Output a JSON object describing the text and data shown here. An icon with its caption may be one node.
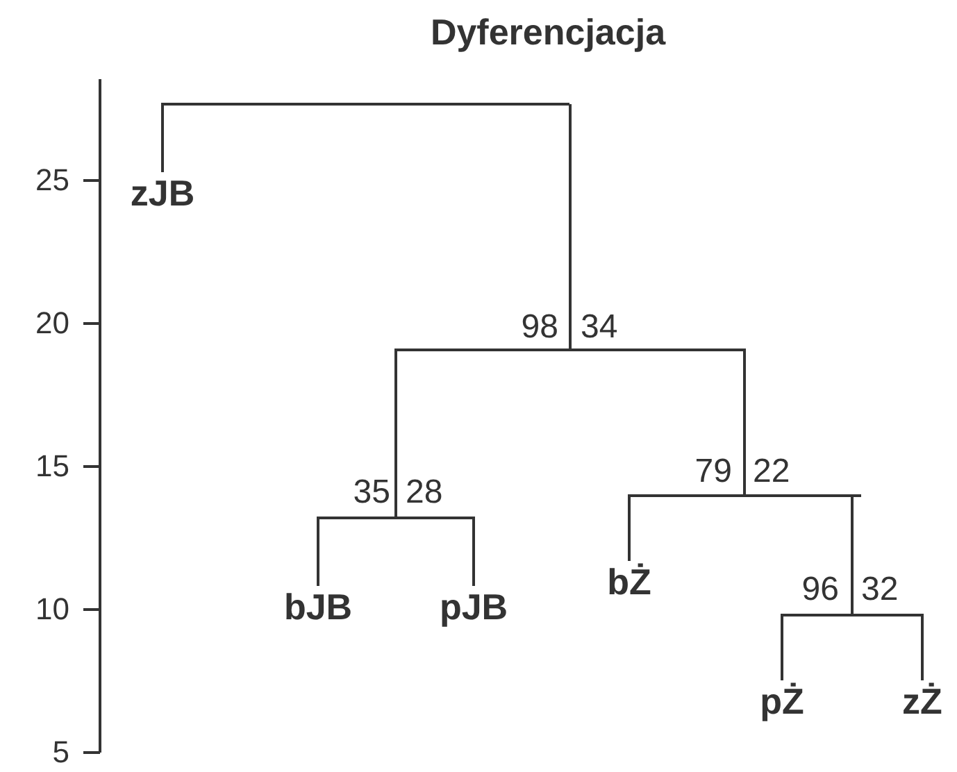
{
  "diagram": {
    "title": "Dyferencjacja",
    "nodes": [
      {
        "text": [],
        "shape": "bar"
      },
      {
        "text": [
          "zJB"
        ]
      },
      {
        "text": [],
        "shape": "bar",
        "beside": [
          "98",
          "34"
        ]
      },
      {
        "text": [],
        "shape": "bar",
        "beside": [
          "35",
          "28"
        ]
      },
      {
        "text": [],
        "shape": "bar",
        "beside": [
          "79",
          "22"
        ]
      },
      {
        "text": [
          "bJB"
        ]
      },
      {
        "text": [
          "pJB"
        ]
      },
      {
        "text": [
          "bŻ"
        ]
      },
      {
        "text": [],
        "shape": "bar",
        "beside": [
          "96",
          "32"
        ]
      },
      {
        "text": [
          "pŻ"
        ]
      },
      {
        "text": [
          "zŻ"
        ]
      }
    ],
    "edges": [
      {
        "from": 0,
        "to": 1,
        "arrow": "none"
      },
      {
        "from": 0,
        "to": 2,
        "arrow": "none"
      },
      {
        "from": 2,
        "to": 3,
        "arrow": "none"
      },
      {
        "from": 2,
        "to": 4,
        "arrow": "none"
      },
      {
        "from": 3,
        "to": 5,
        "arrow": "none"
      },
      {
        "from": 3,
        "to": 6,
        "arrow": "none"
      },
      {
        "from": 4,
        "to": 7,
        "arrow": "none"
      },
      {
        "from": 4,
        "to": 8,
        "arrow": "none"
      },
      {
        "from": 8,
        "to": 9,
        "arrow": "none"
      },
      {
        "from": 8,
        "to": 10,
        "arrow": "none"
      }
    ],
    "labels": [
      "25",
      "20",
      "15",
      "10",
      "5"
    ]
  }
}
